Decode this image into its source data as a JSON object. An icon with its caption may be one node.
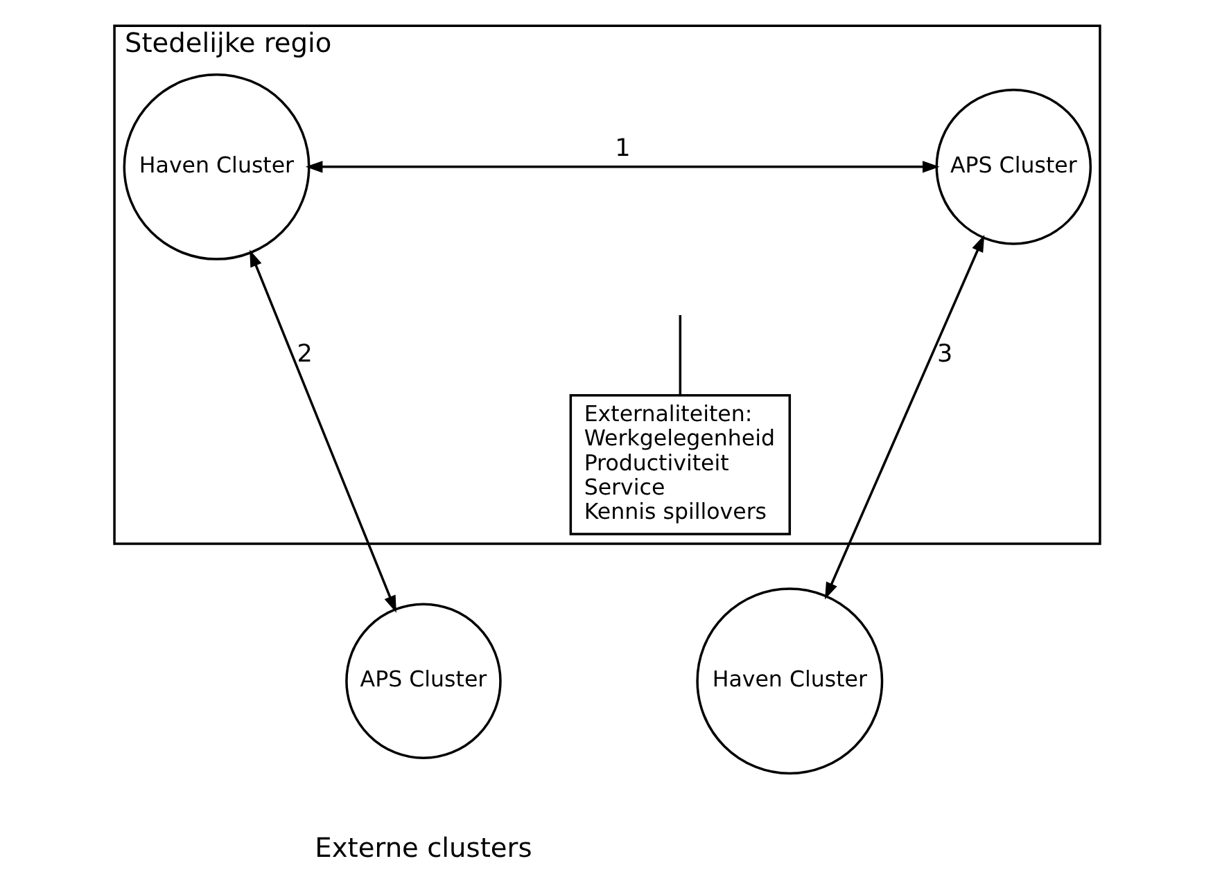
{
  "diagram": {
    "nodes": [
      {
        "text": [
          "Stedelijke regio"
        ]
      },
      {
        "text": [
          "Haven Cluster"
        ],
        "in": 0
      },
      {
        "text": [
          "APS Cluster"
        ],
        "in": 0
      },
      {
        "text": [
          "Externaliteiten:",
          "Werkgelegenheid",
          "Productiviteit",
          "Service",
          "Kennis spillovers"
        ],
        "in": 0
      },
      {
        "text": [
          "APS Cluster"
        ]
      },
      {
        "text": [
          "Haven Cluster"
        ]
      }
    ],
    "edges": [
      {
        "from": 1,
        "to": 2,
        "arrow": "both",
        "label": "1"
      },
      {
        "from": 3,
        "to": null,
        "arrow": "none"
      },
      {
        "from": 1,
        "to": 4,
        "arrow": "both",
        "label": "2"
      },
      {
        "from": 2,
        "to": 5,
        "arrow": "both",
        "label": "3"
      }
    ],
    "labels": [
      "Externe clusters"
    ]
  }
}
